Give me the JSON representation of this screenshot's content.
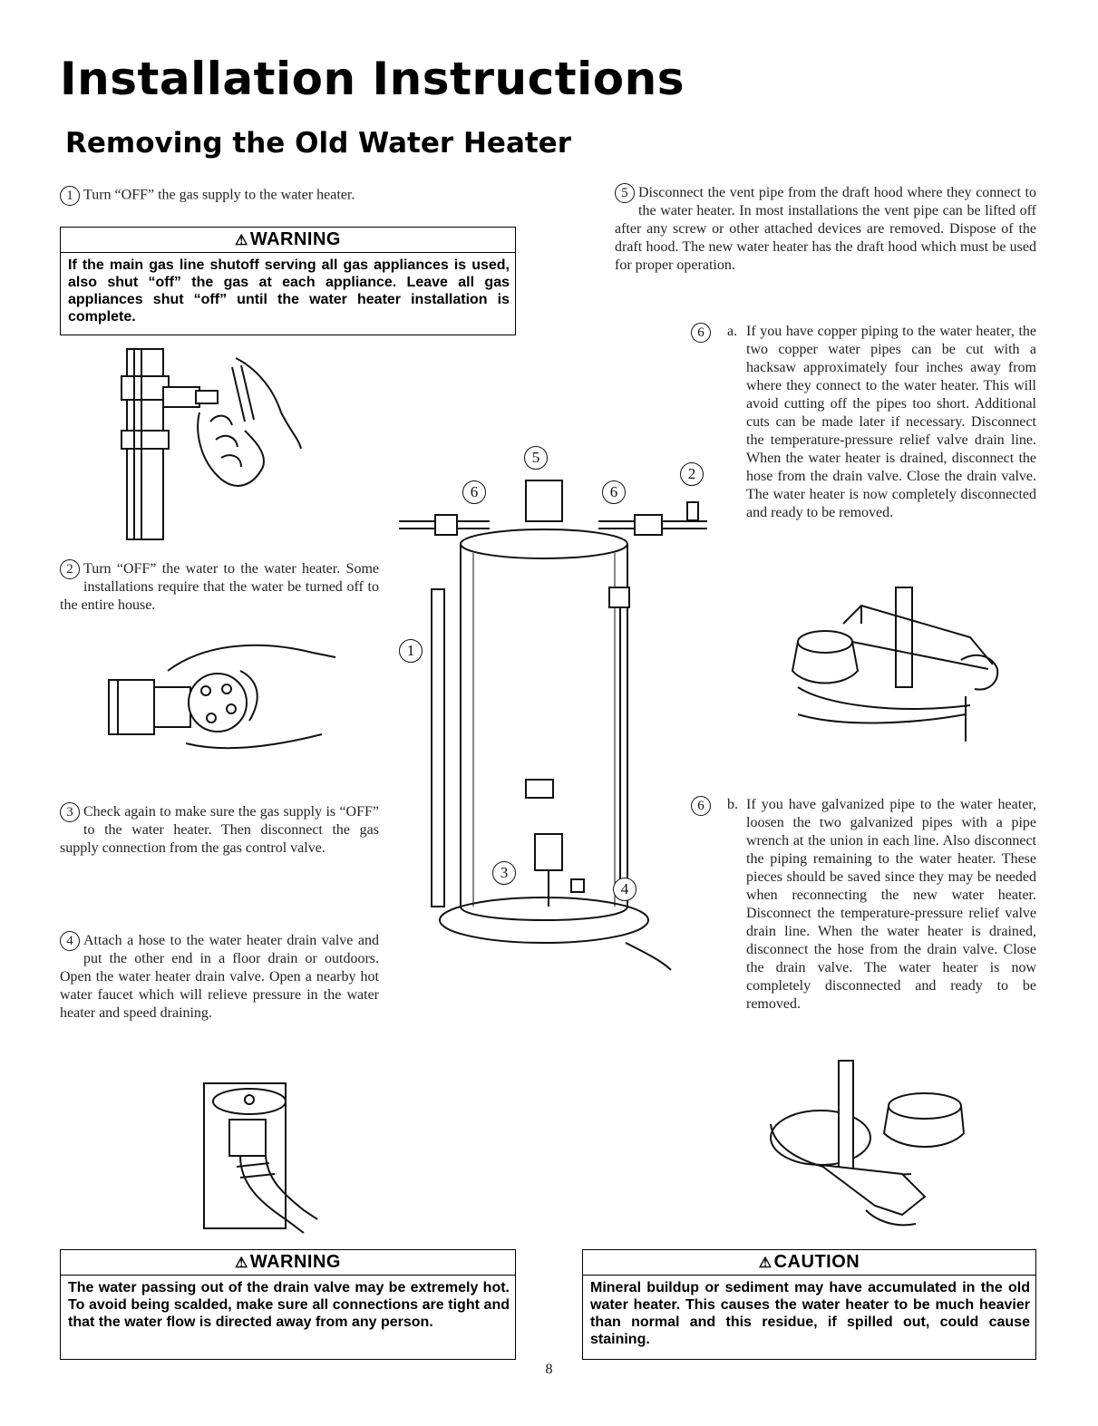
{
  "header": {
    "title": "Installation Instructions",
    "subtitle": "Removing the Old Water Heater"
  },
  "steps": {
    "s1": {
      "num": "1",
      "text": "Turn “OFF” the gas supply to the water heater."
    },
    "s2": {
      "num": "2",
      "text": "Turn “OFF” the water to the water heater. Some installations require that the water be turned off to the entire house."
    },
    "s3": {
      "num": "3",
      "text": "Check again to make sure the gas supply is “OFF” to the water heater. Then disconnect the gas supply connection from the gas control valve."
    },
    "s4": {
      "num": "4",
      "text": "Attach a hose to the water heater drain valve and put the other end in a floor drain or outdoors. Open the water heater drain valve. Open a nearby hot water faucet which will relieve pressure in the water heater and speed draining."
    },
    "s5": {
      "num": "5",
      "text": "Disconnect the vent pipe from the draft hood where they connect to the water heater. In most installations the vent pipe can be lifted off after any screw or other attached devices are removed. Dispose of the draft hood. The new water heater has the draft hood which must be used for proper operation."
    },
    "s6a": {
      "num": "6",
      "label": "a.",
      "text": "If you have copper piping to the water heater, the two copper water pipes can be cut with a hacksaw approximately four inches away from where they connect to the water heater. This will avoid cutting off the pipes too short. Additional cuts can be made later if necessary. Disconnect the temperature-pressure relief valve drain line. When the water heater is drained, disconnect the hose from the drain valve. Close the drain valve. The water heater is now completely disconnected and ready to be removed."
    },
    "s6b": {
      "num": "6",
      "label": "b.",
      "text": "If you have galvanized pipe to the water heater, loosen the two galvanized pipes with a pipe wrench at the union in each line. Also disconnect the piping remaining to the water heater. These pieces should be saved since they may be needed when reconnecting the new water heater. Disconnect the temperature-pressure relief valve drain line. When the water heater is drained, disconnect the hose from the drain valve. Close the drain valve. The water heater is now completely disconnected and ready to be removed."
    }
  },
  "warning1": {
    "symbol": "⚠",
    "heading": "WARNING",
    "text": "If the main gas line shutoff serving all gas appliances is used, also shut “off” the gas at each appliance. Leave all gas appliances shut “off” until the water heater installation is complete."
  },
  "warning2": {
    "symbol": "⚠",
    "heading": "WARNING",
    "text": "The water passing out of the drain valve may be extremely hot. To avoid being scalded, make sure all connections are tight and that the water flow is directed away from any person."
  },
  "caution": {
    "symbol": "⚠",
    "heading": "CAUTION",
    "text": "Mineral buildup or sediment may have accumulated in the old water heater. This causes the water heater to be much heavier than normal and this residue, if spilled out, could cause staining."
  },
  "diagram_callouts": {
    "c5": "5",
    "c6l": "6",
    "c6r": "6",
    "c2": "2",
    "c1": "1",
    "c3": "3",
    "c4": "4"
  },
  "illustrations": {
    "gas_valve": "gas-shutoff-valve-hand-icon",
    "water_valve": "water-valve-hand-icon",
    "heater": "water-heater-diagram",
    "hacksaw": "hacksaw-cutting-pipe-icon",
    "wrench": "pipe-wrench-icon",
    "drain": "drain-valve-hose-icon"
  },
  "page_number": "8"
}
